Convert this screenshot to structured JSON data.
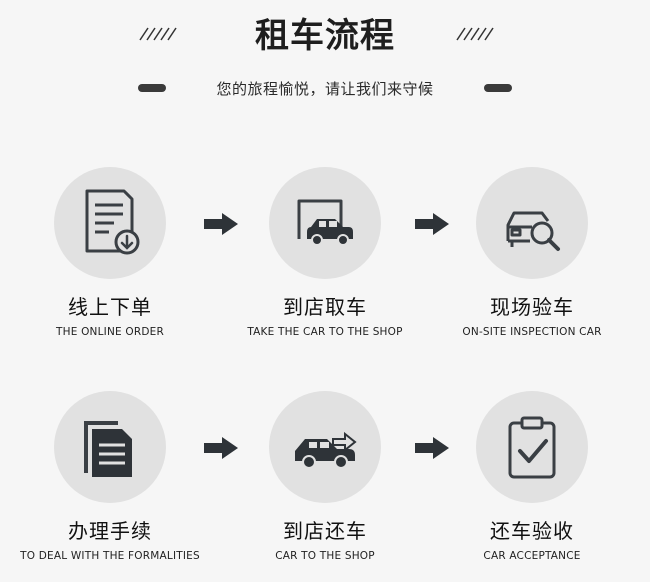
{
  "header": {
    "title": "租车流程",
    "subtitle": "您的旅程愉悦，请让我们来守候"
  },
  "steps": [
    {
      "cn": "线上下单",
      "en": "THE ONLINE ORDER",
      "icon": "document-download-icon"
    },
    {
      "cn": "到店取车",
      "en": "TAKE THE CAR TO THE SHOP",
      "icon": "car-garage-icon"
    },
    {
      "cn": "现场验车",
      "en": "ON-SITE INSPECTION CAR",
      "icon": "car-magnifier-icon"
    },
    {
      "cn": "办理手续",
      "en": "TO DEAL WITH THE FORMALITIES",
      "icon": "documents-icon"
    },
    {
      "cn": "到店还车",
      "en": "CAR TO THE SHOP",
      "icon": "car-return-icon"
    },
    {
      "cn": "还车验收",
      "en": "CAR ACCEPTANCE",
      "icon": "clipboard-check-icon"
    }
  ],
  "colors": {
    "background": "#f6f6f6",
    "circle": "#e1e1e1",
    "icon": "#3a3f44",
    "text": "#1e1e1e"
  }
}
